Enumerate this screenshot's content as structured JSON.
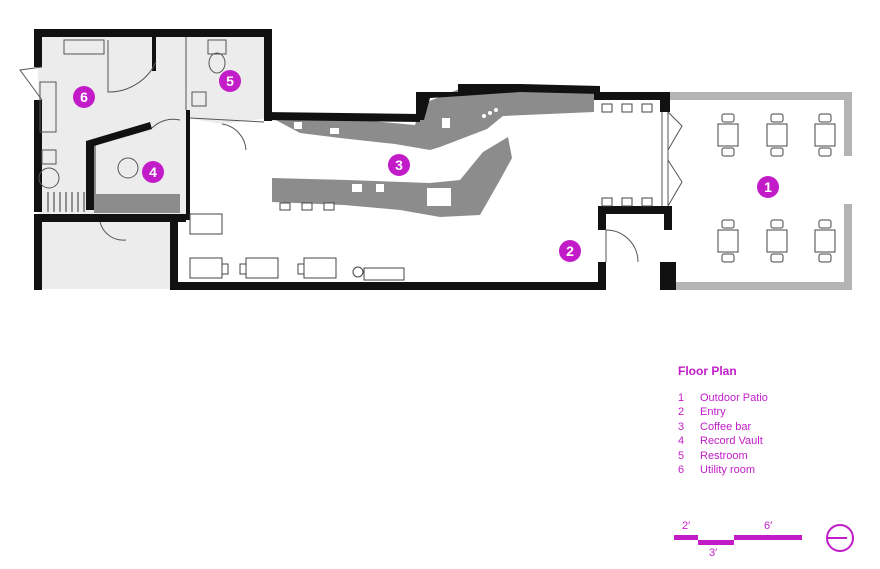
{
  "legend": {
    "title": "Floor Plan",
    "items": [
      {
        "num": "1",
        "label": "Outdoor Patio"
      },
      {
        "num": "2",
        "label": "Entry"
      },
      {
        "num": "3",
        "label": "Coffee bar"
      },
      {
        "num": "4",
        "label": "Record Vault"
      },
      {
        "num": "5",
        "label": "Restroom"
      },
      {
        "num": "6",
        "label": "Utility room"
      }
    ]
  },
  "scale_bar": {
    "labels": [
      "2′",
      "3′",
      "6′"
    ]
  },
  "room_markers": [
    "1",
    "2",
    "3",
    "4",
    "5",
    "6"
  ],
  "colors": {
    "accent": "#c21cc9",
    "wall": "#111111",
    "patio_wall": "#b4b4b4",
    "counter": "#8c8c8c",
    "room_fill": "#ececec"
  }
}
